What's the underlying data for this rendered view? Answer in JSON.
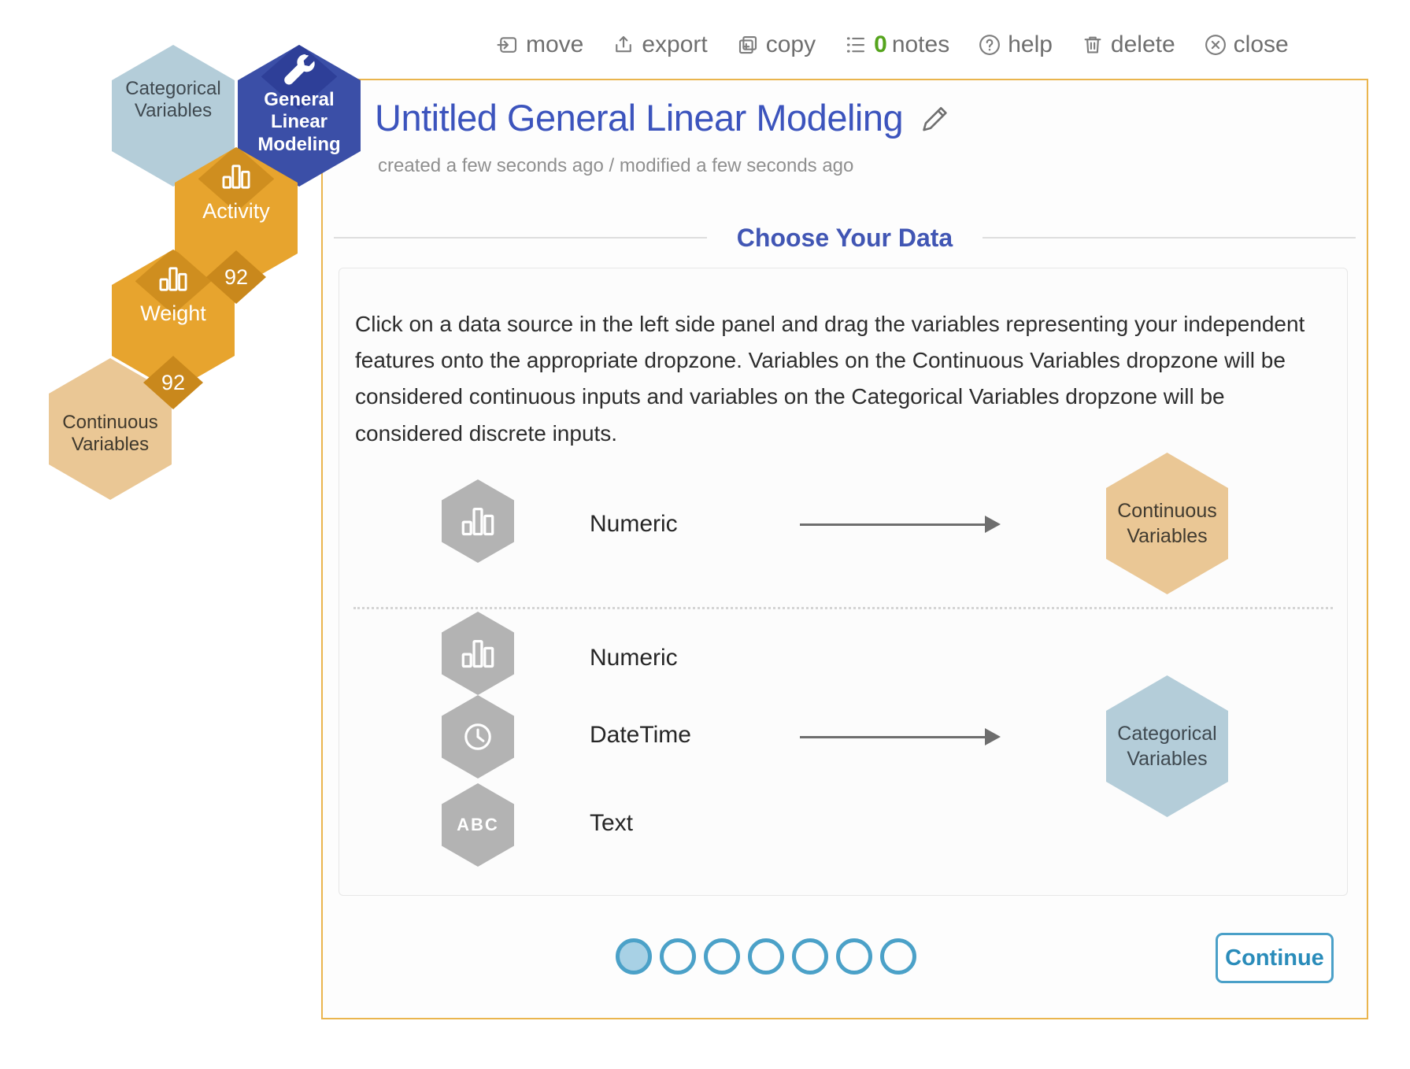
{
  "toolbar": {
    "move": "move",
    "export": "export",
    "copy": "copy",
    "notes_count": "0",
    "notes_label": "notes",
    "help": "help",
    "delete": "delete",
    "close": "close"
  },
  "header": {
    "title": "Untitled General Linear Modeling",
    "timestamps": "created a few seconds ago / modified a few seconds ago"
  },
  "section": {
    "title": "Choose Your Data"
  },
  "instructions": "Click on a data source in the left side panel and drag the variables representing your independent features onto the appropriate dropzone. Variables on the Continuous Variables dropzone will be considered continuous inputs and variables on the Categorical Variables dropzone will be considered discrete inputs.",
  "workflow": {
    "categorical": {
      "line1": "Categorical",
      "line2": "Variables"
    },
    "glm": {
      "line1": "General",
      "line2": "Linear",
      "line3": "Modeling"
    },
    "activity": {
      "label": "Activity",
      "badge": "92"
    },
    "weight": {
      "label": "Weight",
      "badge": "92"
    },
    "continuous": {
      "line1": "Continuous",
      "line2": "Variables"
    }
  },
  "types": {
    "numeric1": "Numeric",
    "numeric2": "Numeric",
    "datetime": "DateTime",
    "text": "Text"
  },
  "dropzones": {
    "continuous_line1": "Continuous",
    "continuous_line2": "Variables",
    "categorical_line1": "Categorical",
    "categorical_line2": "Variables"
  },
  "footer": {
    "continue_label": "Continue",
    "total_pages": 7,
    "active_page": 1
  },
  "icons": {
    "glm_node": "wrench-icon",
    "numeric": "bar-chart-icon",
    "datetime": "clock-icon",
    "text": "abc-icon",
    "title_edit": "edit-pencil-icon"
  },
  "colors": {
    "accent_blue": "#3c54bd",
    "panel_border": "#eab54e",
    "hex_blue": "#3b4fa7",
    "hex_orange": "#e7a42e",
    "hex_tan": "#eac795",
    "hex_light_blue": "#b4cdd9",
    "hex_gray": "#b3b3b3",
    "notes_green": "#55a41d",
    "button_blue": "#2a8cba"
  }
}
